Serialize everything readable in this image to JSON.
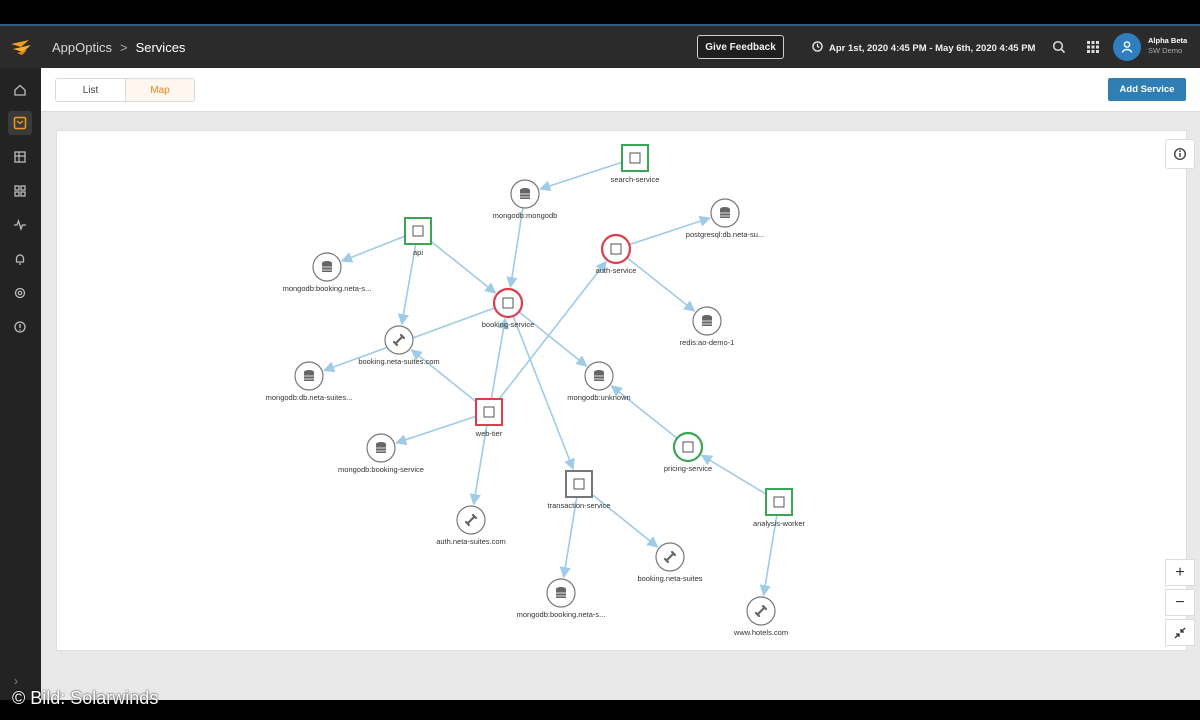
{
  "app": {
    "name": "AppOptics",
    "page": "Services",
    "separator": ">"
  },
  "topbar": {
    "feedback_label": "Give Feedback",
    "date_range": "Apr 1st, 2020 4:45 PM - May 6th, 2020 4:45 PM",
    "user_name": "Alpha Beta",
    "user_org": "SW Demo"
  },
  "sidebar": {
    "items": [
      {
        "icon": "home-icon"
      },
      {
        "icon": "services-icon",
        "active": true
      },
      {
        "icon": "grid-icon"
      },
      {
        "icon": "dashboards-icon"
      },
      {
        "icon": "pulse-icon"
      },
      {
        "icon": "bell-icon"
      },
      {
        "icon": "settings-icon"
      },
      {
        "icon": "help-icon"
      }
    ],
    "expand_glyph": "›"
  },
  "toolbar": {
    "tabs": [
      {
        "label": "List",
        "active": false
      },
      {
        "label": "Map",
        "active": true
      }
    ],
    "add_label": "Add Service"
  },
  "map": {
    "zoom_in": "+",
    "zoom_out": "−",
    "nodes": [
      {
        "id": "search",
        "label": "search-service",
        "shape": "square",
        "status": "green"
      },
      {
        "id": "mongomongo",
        "label": "mongodb:mongodb",
        "shape": "circle",
        "status": "neutral",
        "kind": "db"
      },
      {
        "id": "postgres",
        "label": "postgresql:db.neta-su...",
        "shape": "circle",
        "status": "neutral",
        "kind": "db"
      },
      {
        "id": "api",
        "label": "api",
        "shape": "square",
        "status": "green"
      },
      {
        "id": "auth",
        "label": "auth-service",
        "shape": "circle",
        "status": "red",
        "kind": "service"
      },
      {
        "id": "mongobooking1",
        "label": "mongodb:booking.neta-s...",
        "shape": "circle",
        "status": "neutral",
        "kind": "db"
      },
      {
        "id": "booking",
        "label": "booking-service",
        "shape": "circle",
        "status": "red",
        "kind": "service"
      },
      {
        "id": "redis",
        "label": "redis:ao-demo-1",
        "shape": "circle",
        "status": "neutral",
        "kind": "db"
      },
      {
        "id": "bookingcom",
        "label": "booking.neta-suites.com",
        "shape": "circle",
        "status": "neutral",
        "kind": "link"
      },
      {
        "id": "mongounknown",
        "label": "mongodb:unknown",
        "shape": "circle",
        "status": "neutral",
        "kind": "db"
      },
      {
        "id": "mongodbneta",
        "label": "mongodb:db.neta-suites...",
        "shape": "circle",
        "status": "neutral",
        "kind": "db"
      },
      {
        "id": "webtier",
        "label": "web-tier",
        "shape": "square",
        "status": "red"
      },
      {
        "id": "pricing",
        "label": "pricing-service",
        "shape": "circle",
        "status": "green",
        "kind": "service"
      },
      {
        "id": "mongobookingsvc",
        "label": "mongodb:booking-service",
        "shape": "circle",
        "status": "neutral",
        "kind": "db"
      },
      {
        "id": "transaction",
        "label": "transaction-service",
        "shape": "square",
        "status": "neutral"
      },
      {
        "id": "analysis",
        "label": "analysis-worker",
        "shape": "square",
        "status": "green"
      },
      {
        "id": "authneta",
        "label": "auth.neta-suites.com",
        "shape": "circle",
        "status": "neutral",
        "kind": "link"
      },
      {
        "id": "bookingneta",
        "label": "booking.neta-suites",
        "shape": "circle",
        "status": "neutral",
        "kind": "link"
      },
      {
        "id": "mongobooking2",
        "label": "mongodb:booking.neta-s...",
        "shape": "circle",
        "status": "neutral",
        "kind": "db"
      },
      {
        "id": "hotels",
        "label": "www.hotels.com",
        "shape": "circle",
        "status": "neutral",
        "kind": "link"
      }
    ],
    "edges": [
      [
        "search",
        "mongomongo"
      ],
      [
        "mongomongo",
        "booking"
      ],
      [
        "api",
        "mongobooking1"
      ],
      [
        "api",
        "booking"
      ],
      [
        "api",
        "bookingcom"
      ],
      [
        "auth",
        "postgres"
      ],
      [
        "auth",
        "redis"
      ],
      [
        "booking",
        "mongodbneta"
      ],
      [
        "booking",
        "mongounknown"
      ],
      [
        "booking",
        "transaction"
      ],
      [
        "webtier",
        "bookingcom"
      ],
      [
        "webtier",
        "auth"
      ],
      [
        "webtier",
        "booking"
      ],
      [
        "webtier",
        "mongobookingsvc"
      ],
      [
        "webtier",
        "authneta"
      ],
      [
        "pricing",
        "mongounknown"
      ],
      [
        "analysis",
        "pricing"
      ],
      [
        "analysis",
        "hotels"
      ],
      [
        "transaction",
        "bookingneta"
      ],
      [
        "transaction",
        "mongobooking2"
      ]
    ]
  },
  "colors": {
    "green": "#3aa655",
    "red": "#d93f4c",
    "neutral": "#777777",
    "edge": "#9fcbe6",
    "accent": "#e7861b",
    "primary": "#2f7fb5"
  },
  "watermark": "© Bild: Solarwinds"
}
